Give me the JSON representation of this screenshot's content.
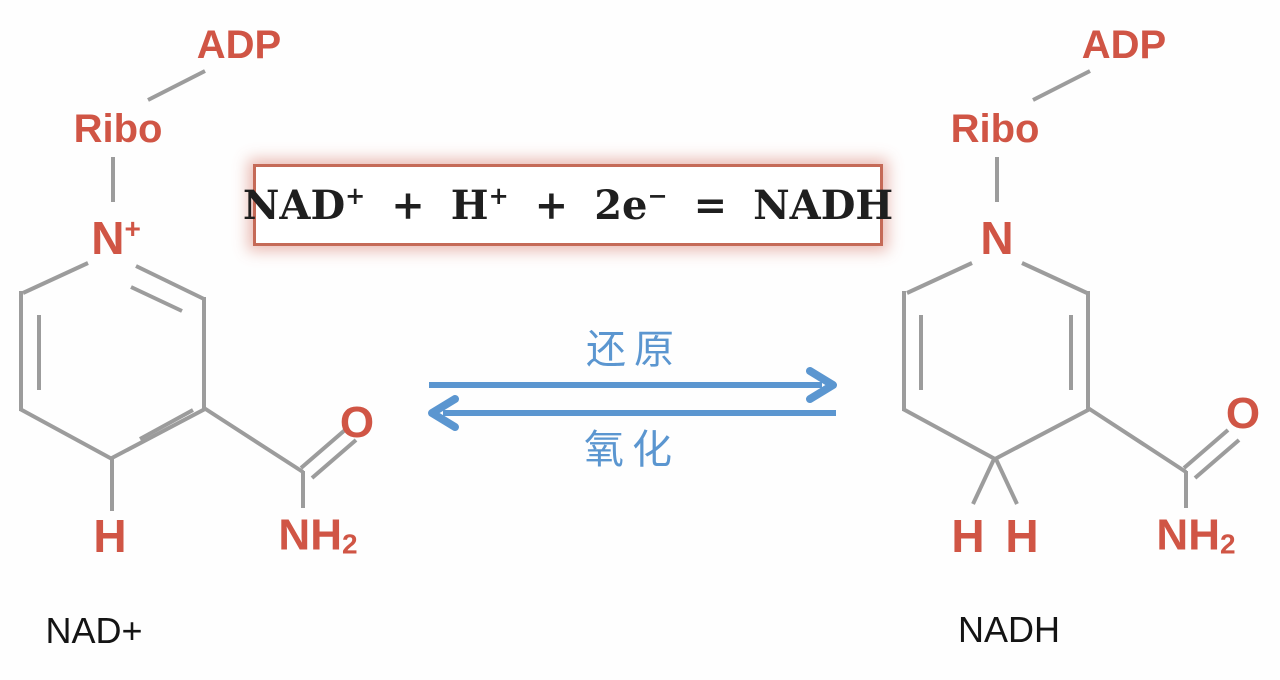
{
  "colors": {
    "accent_red": "#d05545",
    "bond_gray": "#9c9c9c",
    "arrow_blue": "#5b96d0",
    "box_border": "#c56a57",
    "equation_text": "#1f1f1f",
    "caption_text": "#141414"
  },
  "equation": {
    "nad": "NAD",
    "nad_sup": "+",
    "plus1": "+",
    "h": "H",
    "h_sup": "+",
    "plus2": "+",
    "two_e": "2e",
    "e_sup": "−",
    "equals": "=",
    "nadh": "NADH"
  },
  "reaction": {
    "forward_label": "还原",
    "reverse_label": "氧化"
  },
  "nad_plus_molecule": {
    "adp": "ADP",
    "ribo": "Ribo",
    "nitrogen": "N",
    "nitrogen_charge": "+",
    "ring_h": "H",
    "carbonyl_o": "O",
    "amide_nh": "NH",
    "amide_sub": "2",
    "caption": "NAD+"
  },
  "nadh_molecule": {
    "adp": "ADP",
    "ribo": "Ribo",
    "nitrogen": "N",
    "ring_h_left": "H",
    "ring_h_right": "H",
    "carbonyl_o": "O",
    "amide_nh": "NH",
    "amide_sub": "2",
    "caption": "NADH"
  }
}
